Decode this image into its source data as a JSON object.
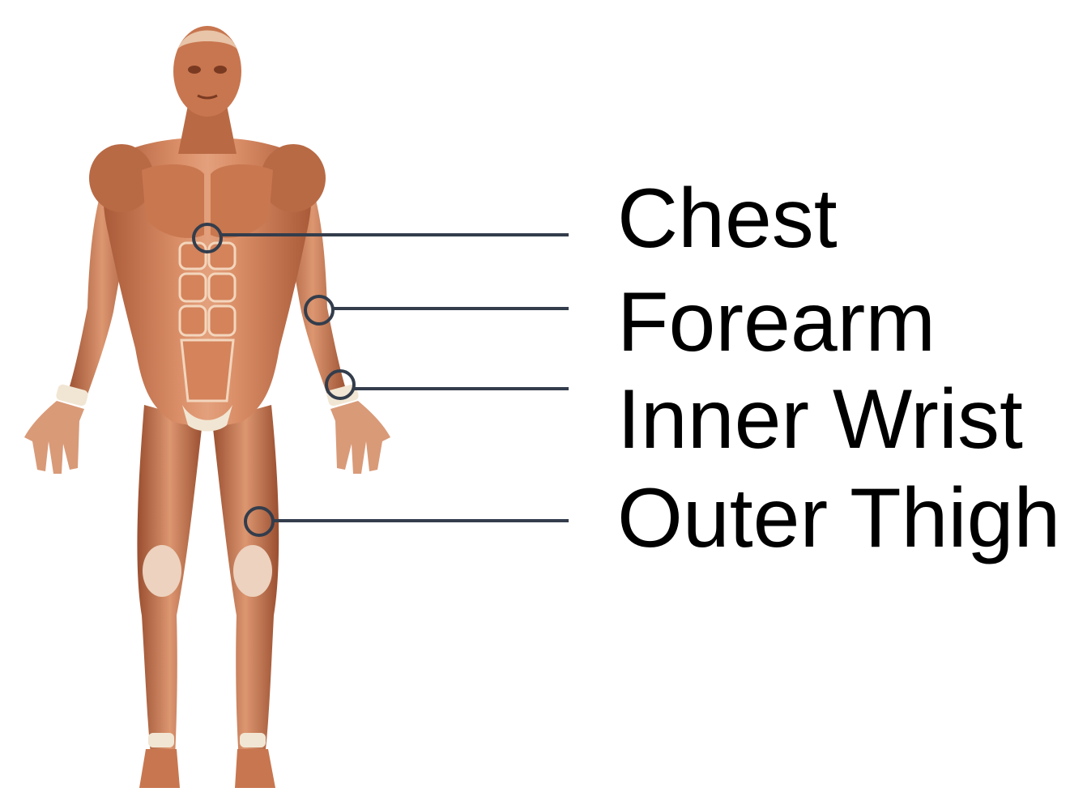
{
  "labels": {
    "chest": "Chest",
    "forearm": "Forearm",
    "inner_wrist": "Inner Wrist",
    "outer_thigh": "Outer Thigh"
  },
  "figure": {
    "icon": "human-muscle-anatomy-figure"
  },
  "colors": {
    "background": "#ffffff",
    "leader_line": "#333d4c",
    "label_text": "#000000",
    "muscle_base": "#c8764f",
    "muscle_light": "#e4a684",
    "muscle_dark": "#9a4f30",
    "tendon": "#f1e6d3"
  }
}
